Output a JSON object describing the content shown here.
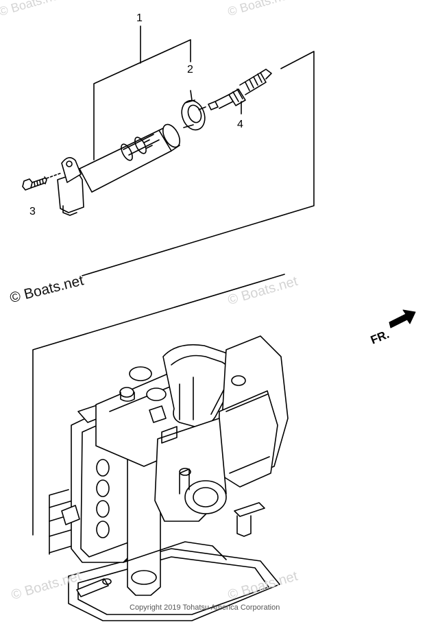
{
  "callouts": {
    "c1": "1",
    "c2": "2",
    "c3": "3",
    "c4": "4"
  },
  "watermark": {
    "main": "© Boats.net",
    "faint": "© Boats.net"
  },
  "direction": {
    "label": "FR."
  },
  "copyright": "Copyright 2019 Tohatsu America Corporation"
}
